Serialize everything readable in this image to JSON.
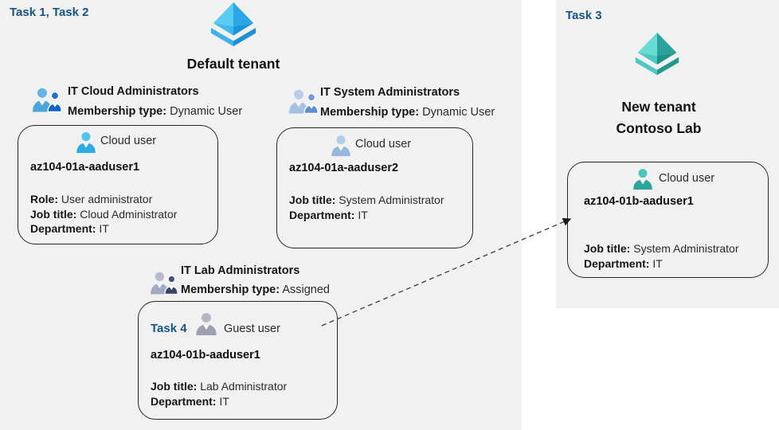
{
  "colors": {
    "accent_task_text": "#17548a",
    "panel_background": "#f1f1f2",
    "box_border": "#262626",
    "tenant_icon_blue_light": "#58ccf3",
    "tenant_icon_blue_dark": "#1c95dc",
    "tenant_icon_teal_light": "#68dcd4",
    "tenant_icon_teal_dark": "#1f938b",
    "cloud_user_icon_blue": "#2cabe3",
    "cloud_user_icon_steel": "#95b7e0",
    "guest_user_icon_gray": "#9da0b2",
    "cloud_user_icon_teal": "#2ba49d"
  },
  "left": {
    "tasks_label": "Task 1, Task 2",
    "tenant_label": "Default tenant"
  },
  "groups": [
    {
      "title": "IT Cloud Administrators",
      "membership_label": "Membership type:",
      "membership_value": "Dynamic User"
    },
    {
      "title": "IT System Administrators",
      "membership_label": "Membership type:",
      "membership_value": "Dynamic User"
    },
    {
      "title": "IT Lab Administrators",
      "membership_label": "Membership type:",
      "membership_value": "Assigned"
    }
  ],
  "user_cards": [
    {
      "user_type": "Cloud user",
      "username": "az104-01a-aaduser1",
      "role_label": "Role:",
      "role_value": "User administrator",
      "job_label": "Job title:",
      "job_value": "Cloud Administrator",
      "dept_label": "Department:",
      "dept_value": "IT"
    },
    {
      "user_type": "Cloud user",
      "username": "az104-01a-aaduser2",
      "job_label": "Job title:",
      "job_value": "System Administrator",
      "dept_label": "Department:",
      "dept_value": "IT"
    },
    {
      "task_label": "Task 4",
      "user_type": "Guest user",
      "username": "az104-01b-aaduser1",
      "job_label": "Job title:",
      "job_value": "Lab Administrator",
      "dept_label": "Department:",
      "dept_value": "IT"
    },
    {
      "user_type": "Cloud user",
      "username": "az104-01b-aaduser1",
      "job_label": "Job title:",
      "job_value": "System Administrator",
      "dept_label": "Department:",
      "dept_value": "IT"
    }
  ],
  "right": {
    "task_label": "Task 3",
    "tenant_line1": "New tenant",
    "tenant_line2": "Contoso Lab"
  }
}
